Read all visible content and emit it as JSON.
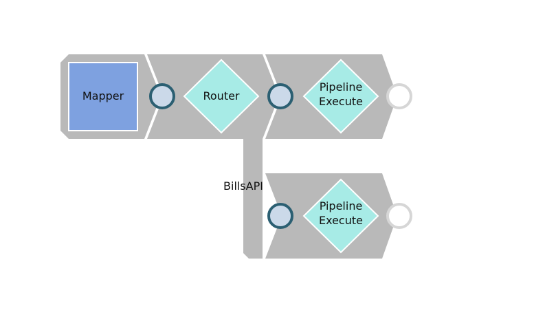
{
  "pipeline": {
    "snaps": [
      {
        "id": "mapper",
        "label_lines": [
          "Mapper"
        ],
        "kind": "transform"
      },
      {
        "id": "router",
        "label_lines": [
          "Router"
        ],
        "kind": "flow"
      },
      {
        "id": "pipeline-execute-1",
        "label_lines": [
          "Pipeline",
          "Execute"
        ],
        "kind": "flow"
      },
      {
        "id": "pipeline-execute-2",
        "label_lines": [
          "Pipeline",
          "Execute"
        ],
        "kind": "flow"
      }
    ],
    "route_label": "BillsAPI"
  },
  "colors": {
    "track": "#b9b9b9",
    "mapper_fill": "#7ea1e0",
    "mapper_border": "#ffffff",
    "diamond_fill": "#a7ebe6",
    "port_fill": "#cbd9e9",
    "port_ring": "#2b5f72",
    "open_port_ring": "#d6d6d6"
  }
}
